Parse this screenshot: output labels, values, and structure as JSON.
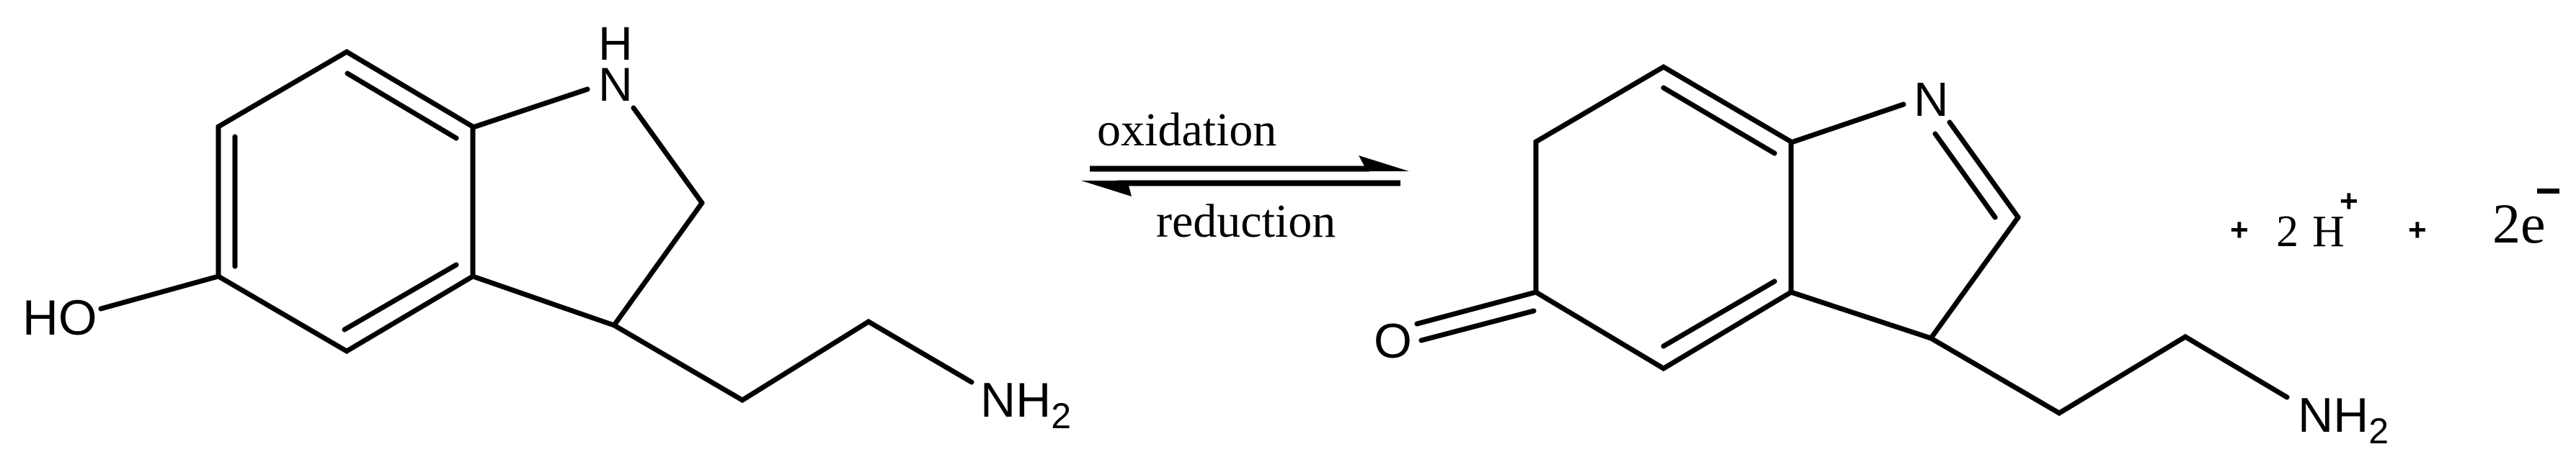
{
  "figure": {
    "type": "chemical-reaction-scheme",
    "colors": {
      "background": "#ffffff",
      "ink": "#000000"
    }
  },
  "reactant": {
    "name": "reduced-indoline-form",
    "labels": {
      "hydroxyl": "HO",
      "ring_n": "N",
      "ring_h": "H",
      "amine_n": "NH",
      "amine_sub": "2"
    }
  },
  "arrow": {
    "type": "equilibrium-half-arrows",
    "forward_label": "oxidation",
    "reverse_label": "reduction"
  },
  "product": {
    "name": "oxidized-quinoneimine-form",
    "labels": {
      "carbonyl_o": "O",
      "ring_n": "N",
      "amine_n": "NH",
      "amine_sub": "2"
    }
  },
  "byproducts": {
    "plus_1": "+",
    "protons_coeff": "2",
    "protons_symbol": "H",
    "protons_charge": "+",
    "plus_2": "+",
    "electrons": "2e",
    "electrons_charge": "−"
  }
}
